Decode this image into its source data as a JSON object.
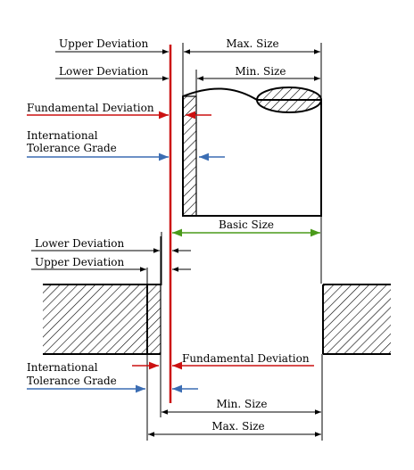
{
  "labels": {
    "shaft_upper_deviation": "Upper Deviation",
    "shaft_lower_deviation": "Lower Deviation",
    "shaft_fundamental_deviation": "Fundamental Deviation",
    "shaft_itg_line1": "International",
    "shaft_itg_line2": "Tolerance Grade",
    "shaft_max_size": "Max. Size",
    "shaft_min_size": "Min. Size",
    "basic_size": "Basic Size",
    "hole_lower_deviation": "Lower Deviation",
    "hole_upper_deviation": "Upper Deviation",
    "hole_fundamental_deviation": "Fundamental Deviation",
    "hole_itg_line1": "International",
    "hole_itg_line2": "Tolerance Grade",
    "hole_min_size": "Min. Size",
    "hole_max_size": "Max. Size"
  },
  "colors": {
    "zero_line": "#cc1111",
    "fundamental_deviation": "#cc1111",
    "tolerance_grade": "#3b6db3",
    "basic_size": "#4a9a1a",
    "outline": "#000000"
  }
}
